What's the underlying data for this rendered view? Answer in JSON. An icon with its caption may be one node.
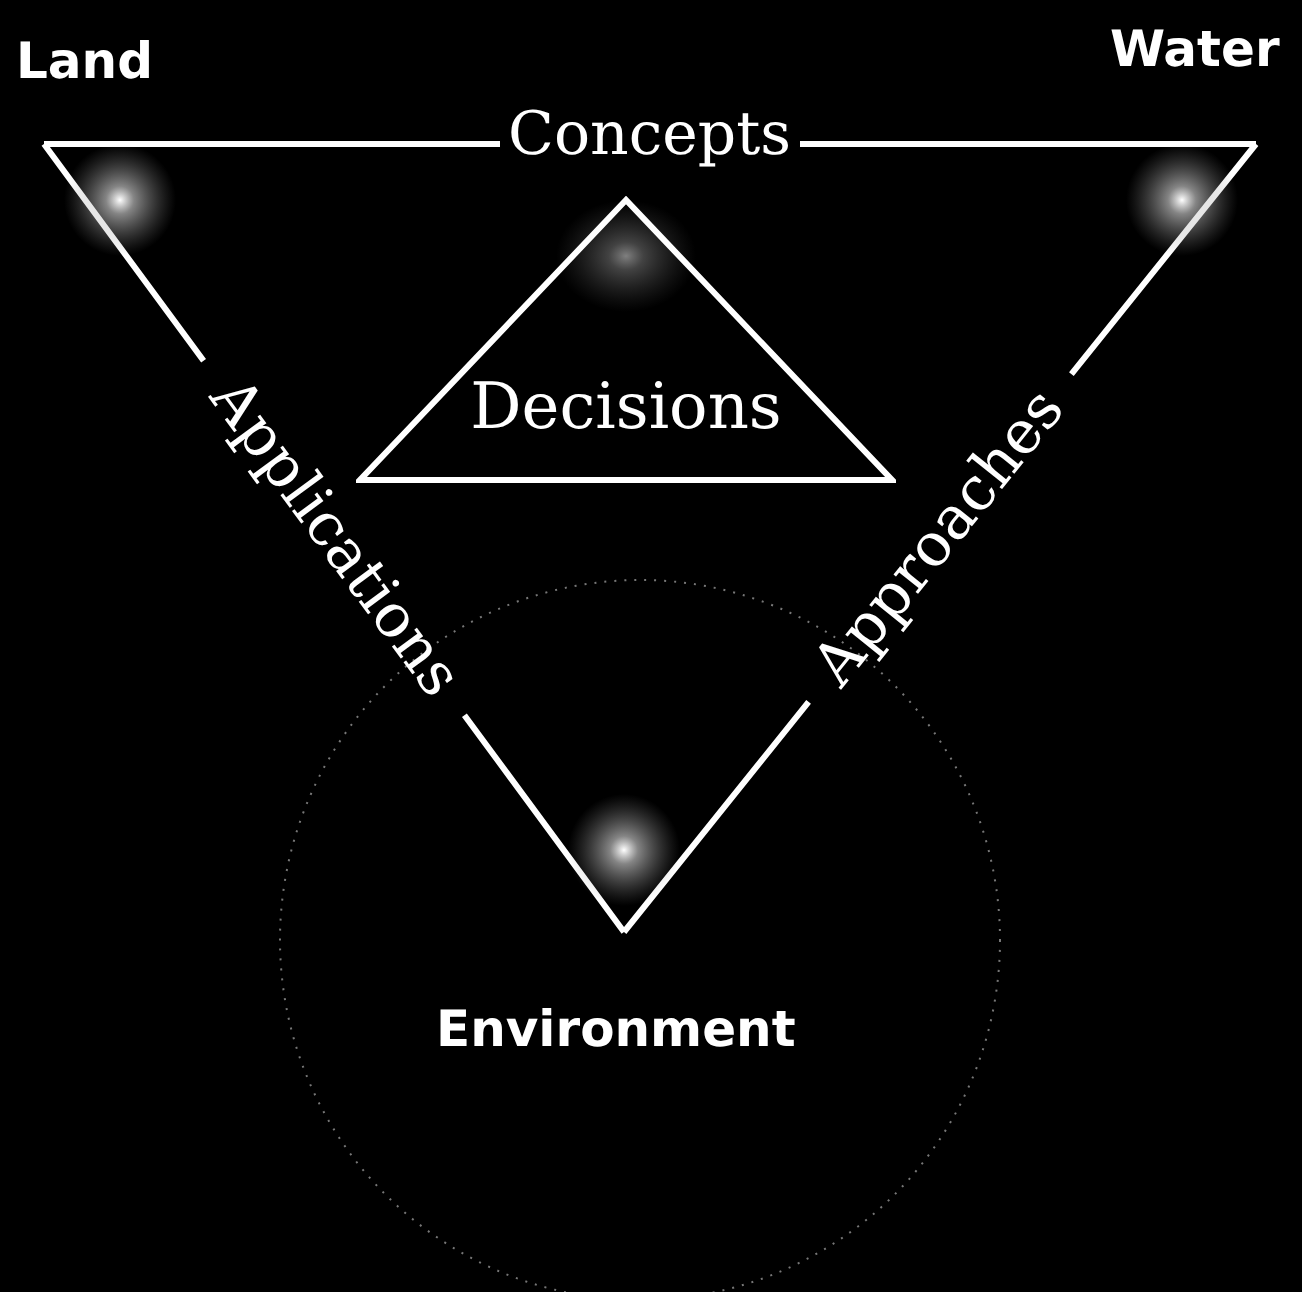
{
  "diagram": {
    "nodes": [
      {
        "text": [
          "Land"
        ]
      },
      {
        "text": [
          "Water"
        ]
      },
      {
        "text": [
          "Environment"
        ]
      },
      {
        "text": [
          "Decisions"
        ]
      }
    ],
    "edges": [
      {
        "from": 0,
        "to": 1,
        "arrow": "none",
        "label": "Concepts"
      },
      {
        "from": 0,
        "to": 2,
        "arrow": "none",
        "label": "Applications"
      },
      {
        "from": 1,
        "to": 2,
        "arrow": "none",
        "label": "Approaches"
      }
    ]
  }
}
